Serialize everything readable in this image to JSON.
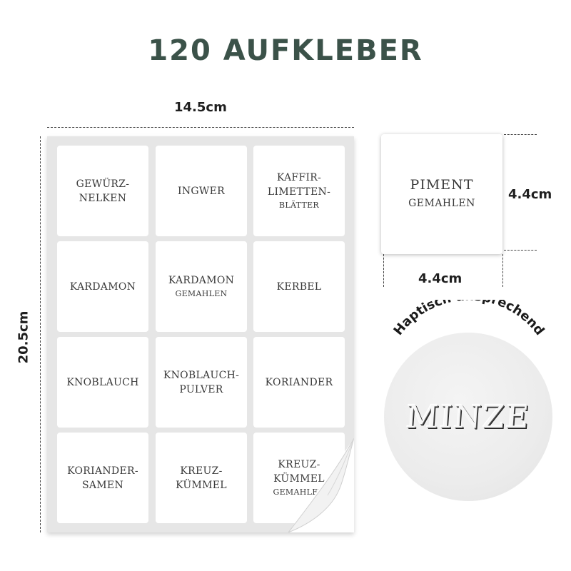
{
  "title": "120 AUFKLEBER",
  "dimensions": {
    "sheet_width": "14.5cm",
    "sheet_height": "20.5cm",
    "label_height": "4.4cm",
    "label_width": "4.4cm"
  },
  "sheet_labels": [
    {
      "line1": "GEWÜRZ-",
      "line2": "NELKEN",
      "line3": ""
    },
    {
      "line1": "INGWER",
      "line2": "",
      "line3": ""
    },
    {
      "line1": "KAFFIR-",
      "line2": "LIMETTEN-",
      "line3": "BLÄTTER"
    },
    {
      "line1": "KARDAMON",
      "line2": "",
      "line3": ""
    },
    {
      "line1": "KARDAMON",
      "line2": "",
      "line3": "GEMAHLEN"
    },
    {
      "line1": "KERBEL",
      "line2": "",
      "line3": ""
    },
    {
      "line1": "KNOBLAUCH",
      "line2": "",
      "line3": ""
    },
    {
      "line1": "KNOBLAUCH-",
      "line2": "PULVER",
      "line3": ""
    },
    {
      "line1": "KORIANDER",
      "line2": "",
      "line3": ""
    },
    {
      "line1": "KORIANDER-",
      "line2": "SAMEN",
      "line3": ""
    },
    {
      "line1": "KREUZ-",
      "line2": "KÜMMEL",
      "line3": ""
    },
    {
      "line1": "KREUZ-",
      "line2": "KÜMMEL",
      "line3": "GEMAHLEN"
    }
  ],
  "single_label": {
    "line1": "PIMENT",
    "line2": "GEMAHLEN"
  },
  "zoom": {
    "caption": "Haptisch ansprechend",
    "word": "MINZE"
  },
  "colors": {
    "title": "#3b5249",
    "sheet": "#e6e6e6",
    "label": "#ffffff"
  }
}
